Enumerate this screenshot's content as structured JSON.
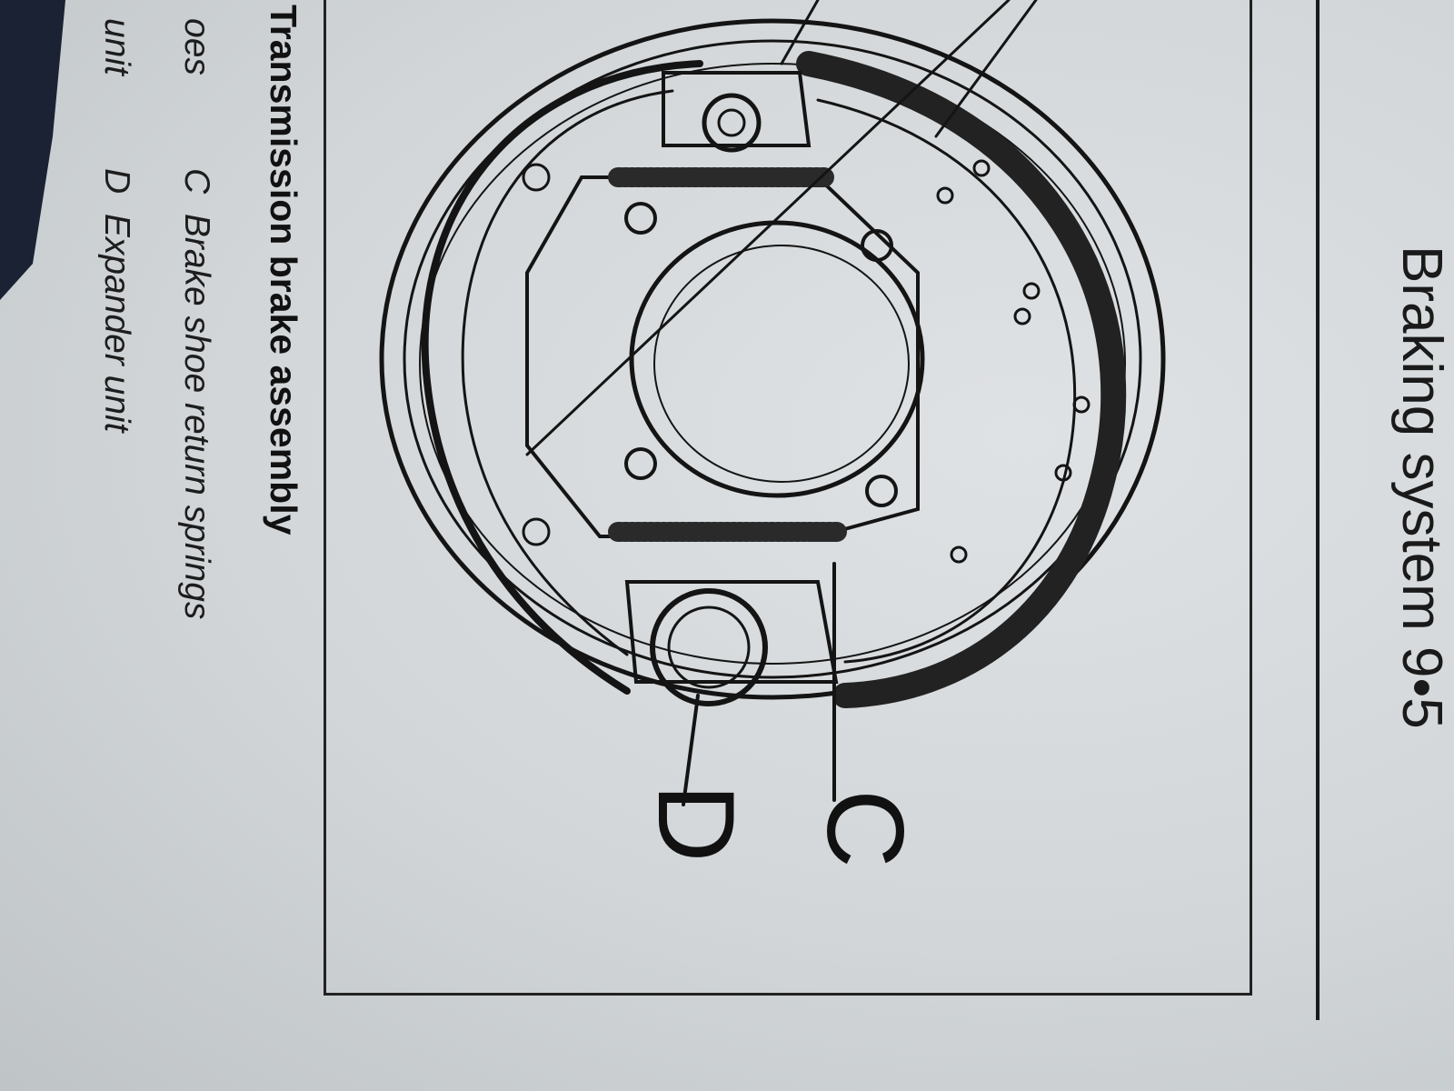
{
  "page": {
    "running_header": "Braking system 9•5"
  },
  "figure": {
    "caption_title": "Transmission brake assembly",
    "caption_fragment_1": "oes",
    "caption_fragment_2": "unit",
    "legend": [
      {
        "key": "C",
        "label": "Brake shoe return springs"
      },
      {
        "key": "D",
        "label": "Expander unit"
      }
    ],
    "callouts": [
      "C",
      "D"
    ]
  }
}
